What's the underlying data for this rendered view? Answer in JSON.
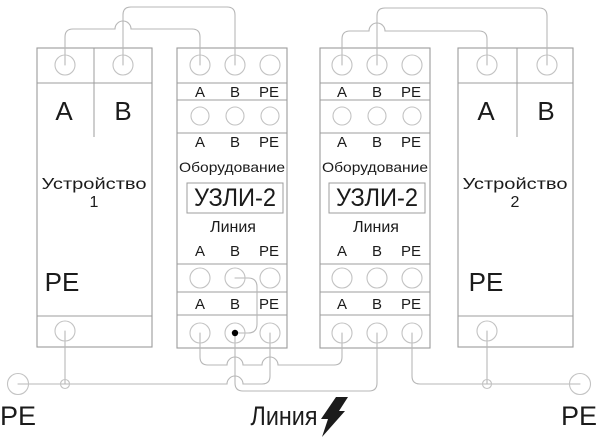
{
  "devices": [
    {
      "label_line1": "Устройство",
      "label_line2": "1",
      "terminal_a": "A",
      "terminal_b": "B",
      "terminal_pe": "PE"
    },
    {
      "label_line1": "Устройство",
      "label_line2": "2",
      "terminal_a": "A",
      "terminal_b": "B",
      "terminal_pe": "PE"
    }
  ],
  "modules": [
    {
      "brand": "УЗЛИ-2",
      "equipment_side_label": "Оборудование",
      "line_side_label": "Линия",
      "col_a": "A",
      "col_b": "B",
      "col_pe": "PE"
    },
    {
      "brand": "УЗЛИ-2",
      "equipment_side_label": "Оборудование",
      "line_side_label": "Линия",
      "col_a": "A",
      "col_b": "B",
      "col_pe": "PE"
    }
  ],
  "ground": {
    "left_label": "PE",
    "right_label": "PE"
  },
  "line": {
    "label": "Линия",
    "icon": "lightning-bolt"
  },
  "colors": {
    "wire": "#b7b7b7",
    "box_outline": "#9c9c9c",
    "terminal_outline": "#c3c3c3",
    "text": "#1b1b1b",
    "dot": "#000000",
    "background": "#ffffff"
  }
}
